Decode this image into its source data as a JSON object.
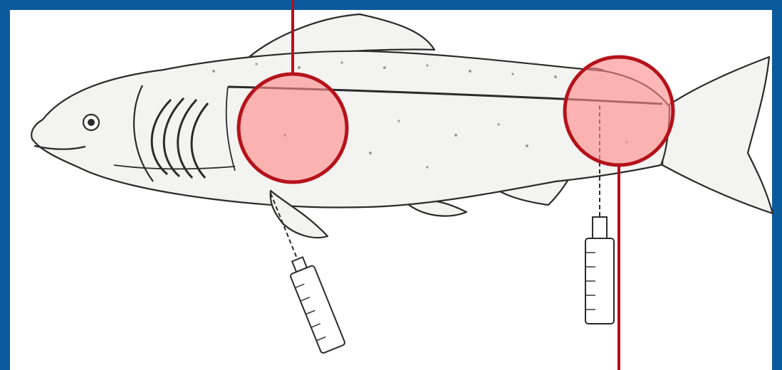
{
  "diagram": {
    "subject": "fish-injection-sites",
    "colors": {
      "frame": "#0a5a9c",
      "highlight_fill": "#ff8a8a",
      "highlight_stroke": "#b5121b",
      "leader_line": "#b5121b",
      "ink": "#2b2b2b"
    },
    "highlights": [
      {
        "id": "intraperitoneal-site"
      },
      {
        "id": "caudal-vein-site"
      }
    ],
    "icons": [
      "fish-icon",
      "syringe-icon",
      "syringe-icon"
    ]
  }
}
